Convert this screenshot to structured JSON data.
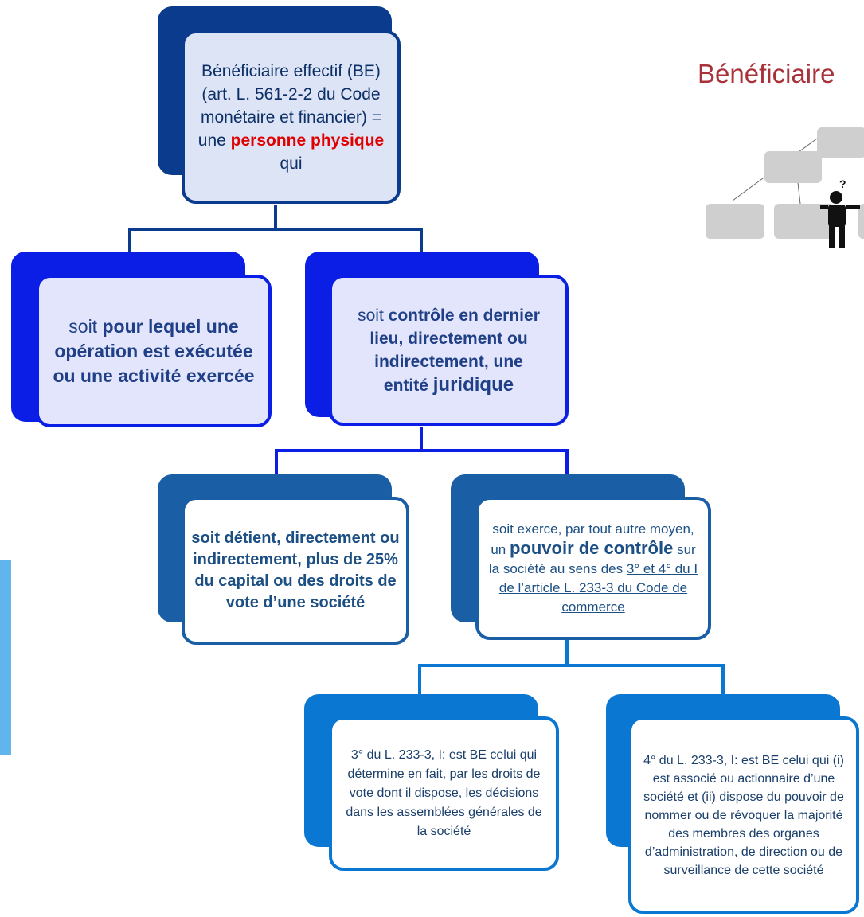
{
  "boxes": {
    "root": {
      "text": "Bénéficiaire effectif (BE) (art. L. 561-2-2 du Code monétaire et financier) = une",
      "highlight": "personne physique",
      "tail": "qui"
    },
    "left": {
      "pre": "soit",
      "bold": "pour lequel une opération est exécutée ou une activité exercée"
    },
    "right": {
      "pre": "soit",
      "bold": "contrôle en dernier lieu, directement ou indirectement, une",
      "entite": "entité",
      "juridique": "juridique"
    },
    "detient": {
      "bold": "soit détient, directement ou indirectement, plus de 25% du capital ou des droits de vote d’une société"
    },
    "exerce": {
      "pre": "soit exerce, par tout autre moyen, un",
      "bold": "pouvoir de contrôle",
      "mid": "sur la société au sens des",
      "link": "3° et 4° du I de l’article L. 233-3 du Code de commerce"
    },
    "para3": {
      "text": "3° du L. 233-3, I: est BE celui qui détermine en fait, par les droits de vote dont il dispose, les décisions dans les assemblées générales de la société"
    },
    "para4": {
      "text": "4° du L. 233-3, I: est BE celui qui  (i) est associé ou actionnaire d’une société et (ii) dispose du pouvoir de nommer ou de révoquer la majorité des membres des organes d’administration, de direction ou de surveillance de cette société"
    }
  },
  "side": {
    "title": "Bénéficiaire",
    "icon": "org-chart-person-question-icon"
  },
  "colors": {
    "level1": "#0a3b8c",
    "level2": "#0a1ee6",
    "level3": "#1a5fa6",
    "level4": "#0a78d2",
    "highlight": "#e00000",
    "side_title": "#a9323a",
    "side_bar": "#62b4ec"
  }
}
